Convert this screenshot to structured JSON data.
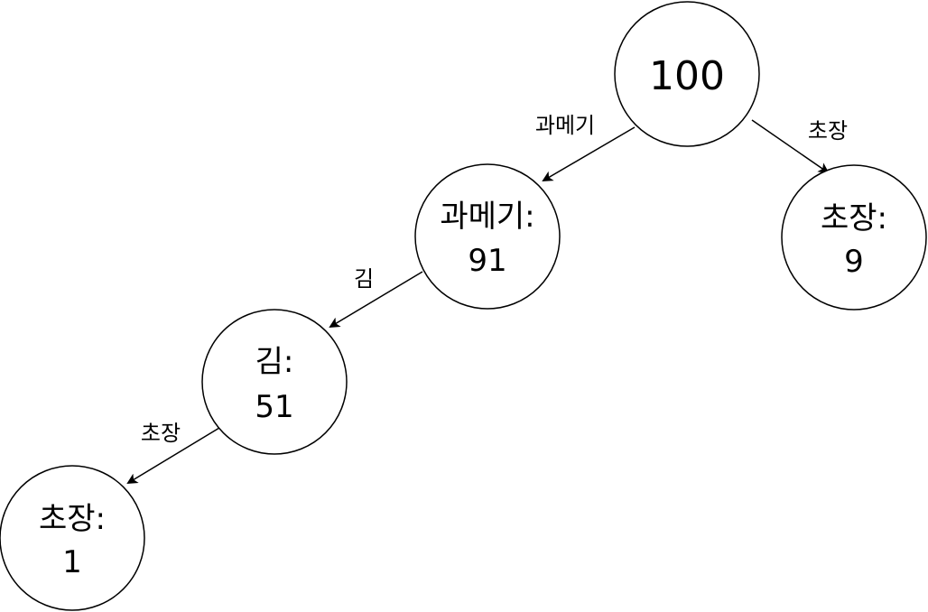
{
  "nodes": {
    "root": {
      "line1": "100",
      "line2": ""
    },
    "gwamegi": {
      "line1": "과메기:",
      "line2": "91"
    },
    "chojang_right": {
      "line1": "초장:",
      "line2": "9"
    },
    "gim": {
      "line1": "김:",
      "line2": "51"
    },
    "chojang_bottom": {
      "line1": "초장:",
      "line2": "1"
    }
  },
  "edges": {
    "root_to_gwamegi": "과메기",
    "root_to_chojang": "초장",
    "gwamegi_to_gim": "김",
    "gim_to_chojang": "초장"
  },
  "colors": {
    "stroke": "#000000",
    "background": "#ffffff"
  }
}
